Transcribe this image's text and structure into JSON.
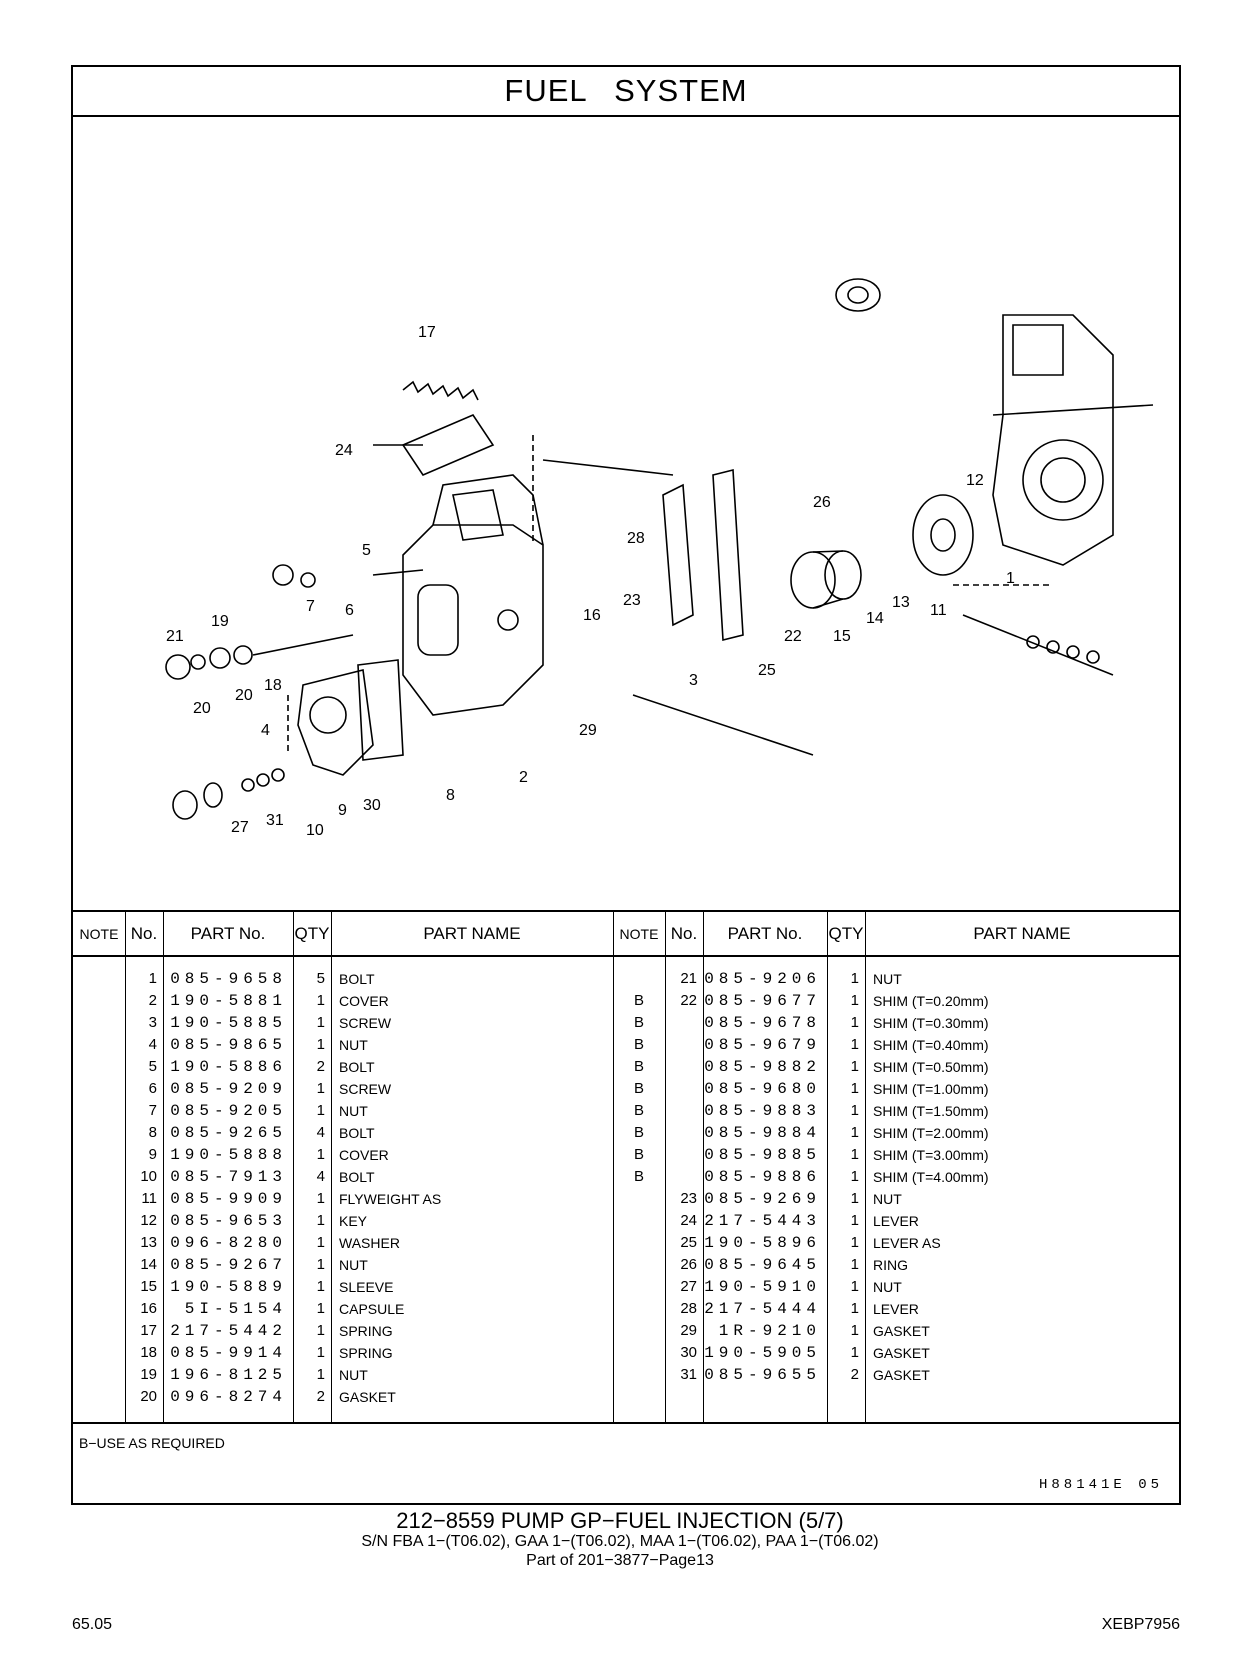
{
  "title": "FUEL   SYSTEM",
  "callouts": [
    "17",
    "24",
    "5",
    "28",
    "26",
    "23",
    "16",
    "12",
    "7",
    "6",
    "19",
    "21",
    "18",
    "20",
    "20",
    "4",
    "3",
    "25",
    "22",
    "15",
    "14",
    "13",
    "11",
    "1",
    "29",
    "8",
    "2",
    "9",
    "30",
    "27",
    "31",
    "10"
  ],
  "headers": {
    "note": "NOTE",
    "no": "No.",
    "part_no": "PART No.",
    "qty": "QTY",
    "part_name": "PART NAME"
  },
  "left_rows": [
    {
      "note": "",
      "no": "1",
      "part_no": "085-9658",
      "qty": "5",
      "name": "BOLT"
    },
    {
      "note": "",
      "no": "2",
      "part_no": "190-5881",
      "qty": "1",
      "name": "COVER"
    },
    {
      "note": "",
      "no": "3",
      "part_no": "190-5885",
      "qty": "1",
      "name": "SCREW"
    },
    {
      "note": "",
      "no": "4",
      "part_no": "085-9865",
      "qty": "1",
      "name": "NUT"
    },
    {
      "note": "",
      "no": "5",
      "part_no": "190-5886",
      "qty": "2",
      "name": "BOLT"
    },
    {
      "note": "",
      "no": "6",
      "part_no": "085-9209",
      "qty": "1",
      "name": "SCREW"
    },
    {
      "note": "",
      "no": "7",
      "part_no": "085-9205",
      "qty": "1",
      "name": "NUT"
    },
    {
      "note": "",
      "no": "8",
      "part_no": "085-9265",
      "qty": "4",
      "name": "BOLT"
    },
    {
      "note": "",
      "no": "9",
      "part_no": "190-5888",
      "qty": "1",
      "name": "COVER"
    },
    {
      "note": "",
      "no": "10",
      "part_no": "085-7913",
      "qty": "4",
      "name": "BOLT"
    },
    {
      "note": "",
      "no": "11",
      "part_no": "085-9909",
      "qty": "1",
      "name": "FLYWEIGHT  AS"
    },
    {
      "note": "",
      "no": "12",
      "part_no": "085-9653",
      "qty": "1",
      "name": "KEY"
    },
    {
      "note": "",
      "no": "13",
      "part_no": "096-8280",
      "qty": "1",
      "name": "WASHER"
    },
    {
      "note": "",
      "no": "14",
      "part_no": "085-9267",
      "qty": "1",
      "name": "NUT"
    },
    {
      "note": "",
      "no": "15",
      "part_no": "190-5889",
      "qty": "1",
      "name": "SLEEVE"
    },
    {
      "note": "",
      "no": "16",
      "part_no": "5I-5154",
      "qty": "1",
      "name": "CAPSULE"
    },
    {
      "note": "",
      "no": "17",
      "part_no": "217-5442",
      "qty": "1",
      "name": "SPRING"
    },
    {
      "note": "",
      "no": "18",
      "part_no": "085-9914",
      "qty": "1",
      "name": "SPRING"
    },
    {
      "note": "",
      "no": "19",
      "part_no": "196-8125",
      "qty": "1",
      "name": "NUT"
    },
    {
      "note": "",
      "no": "20",
      "part_no": "096-8274",
      "qty": "2",
      "name": "GASKET"
    }
  ],
  "right_rows": [
    {
      "note": "",
      "no": "21",
      "part_no": "085-9206",
      "qty": "1",
      "name": "NUT"
    },
    {
      "note": "B",
      "no": "22",
      "part_no": "085-9677",
      "qty": "1",
      "name": "SHIM (T=0.20mm)"
    },
    {
      "note": "B",
      "no": "",
      "part_no": "085-9678",
      "qty": "1",
      "name": "SHIM (T=0.30mm)"
    },
    {
      "note": "B",
      "no": "",
      "part_no": "085-9679",
      "qty": "1",
      "name": "SHIM (T=0.40mm)"
    },
    {
      "note": "B",
      "no": "",
      "part_no": "085-9882",
      "qty": "1",
      "name": "SHIM (T=0.50mm)"
    },
    {
      "note": "B",
      "no": "",
      "part_no": "085-9680",
      "qty": "1",
      "name": "SHIM (T=1.00mm)"
    },
    {
      "note": "B",
      "no": "",
      "part_no": "085-9883",
      "qty": "1",
      "name": "SHIM (T=1.50mm)"
    },
    {
      "note": "B",
      "no": "",
      "part_no": "085-9884",
      "qty": "1",
      "name": "SHIM (T=2.00mm)"
    },
    {
      "note": "B",
      "no": "",
      "part_no": "085-9885",
      "qty": "1",
      "name": "SHIM (T=3.00mm)"
    },
    {
      "note": "B",
      "no": "",
      "part_no": "085-9886",
      "qty": "1",
      "name": "SHIM (T=4.00mm)"
    },
    {
      "note": "",
      "no": "23",
      "part_no": "085-9269",
      "qty": "1",
      "name": "NUT"
    },
    {
      "note": "",
      "no": "24",
      "part_no": "217-5443",
      "qty": "1",
      "name": "LEVER"
    },
    {
      "note": "",
      "no": "25",
      "part_no": "190-5896",
      "qty": "1",
      "name": "LEVER  AS"
    },
    {
      "note": "",
      "no": "26",
      "part_no": "085-9645",
      "qty": "1",
      "name": "RING"
    },
    {
      "note": "",
      "no": "27",
      "part_no": "190-5910",
      "qty": "1",
      "name": "NUT"
    },
    {
      "note": "",
      "no": "28",
      "part_no": "217-5444",
      "qty": "1",
      "name": "LEVER"
    },
    {
      "note": "",
      "no": "29",
      "part_no": "1R-9210",
      "qty": "1",
      "name": "GASKET"
    },
    {
      "note": "",
      "no": "30",
      "part_no": "190-5905",
      "qty": "1",
      "name": "GASKET"
    },
    {
      "note": "",
      "no": "31",
      "part_no": "085-9655",
      "qty": "2",
      "name": "GASKET"
    }
  ],
  "footnote": "B−USE  AS  REQUIRED",
  "drawing_code": "H88141E    05",
  "caption": {
    "line1": "212−8559   PUMP   GP−FUEL   INJECTION (5/7)",
    "line2": "S/N FBA 1−(T06.02), GAA 1−(T06.02), MAA 1−(T06.02), PAA 1−(T06.02)",
    "line3": "Part of 201−3877−Page13"
  },
  "page_left": "65.05",
  "page_right": "XEBP7956"
}
